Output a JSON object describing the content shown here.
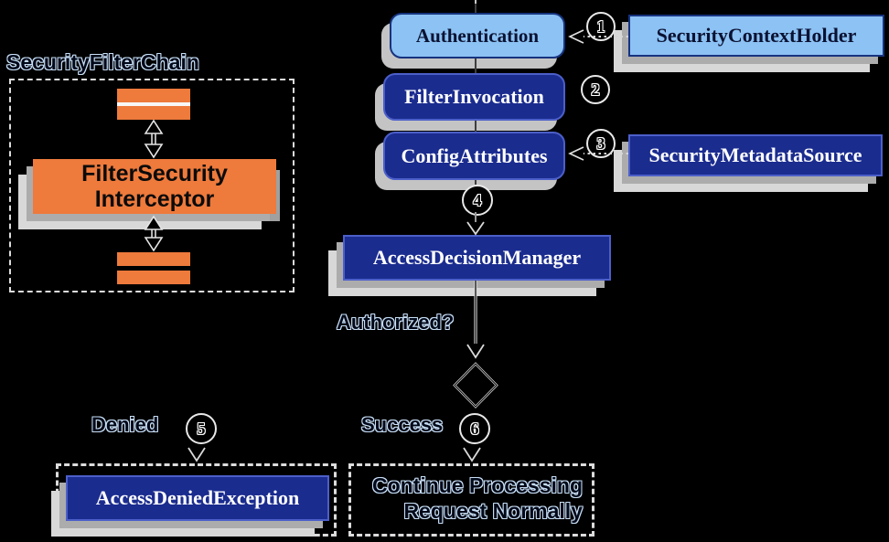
{
  "colors": {
    "bg": "#000000",
    "orange": "#EE7A3C",
    "lightblue": "#8CC2F4",
    "navy": "#1B2C8F",
    "navyBorder": "#4C5FC9",
    "darkBorder": "#17337F",
    "sheetDark": "#ACACAC",
    "sheetLight": "#D8D8D8",
    "dash": "#DCDCDC",
    "outline": "#C9DFF6",
    "ink": "#000818"
  },
  "left_panel": {
    "title": "SecurityFilterChain",
    "interceptor_line1": "FilterSecurity",
    "interceptor_line2": "Interceptor"
  },
  "nodes": {
    "authentication": "Authentication",
    "filter_invocation": "FilterInvocation",
    "config_attributes": "ConfigAttributes",
    "security_context_holder": "SecurityContextHolder",
    "security_metadata_source": "SecurityMetadataSource",
    "access_decision_manager": "AccessDecisionManager",
    "access_denied_exception": "AccessDeniedException"
  },
  "steps": {
    "s1": "1",
    "s2": "2",
    "s3": "3",
    "s4": "4",
    "s5": "5",
    "s6": "6"
  },
  "labels": {
    "authorized": "Authorized?",
    "denied": "Denied",
    "success": "Success",
    "continue_line1": "Continue Processing",
    "continue_line2": "Request Normally"
  }
}
